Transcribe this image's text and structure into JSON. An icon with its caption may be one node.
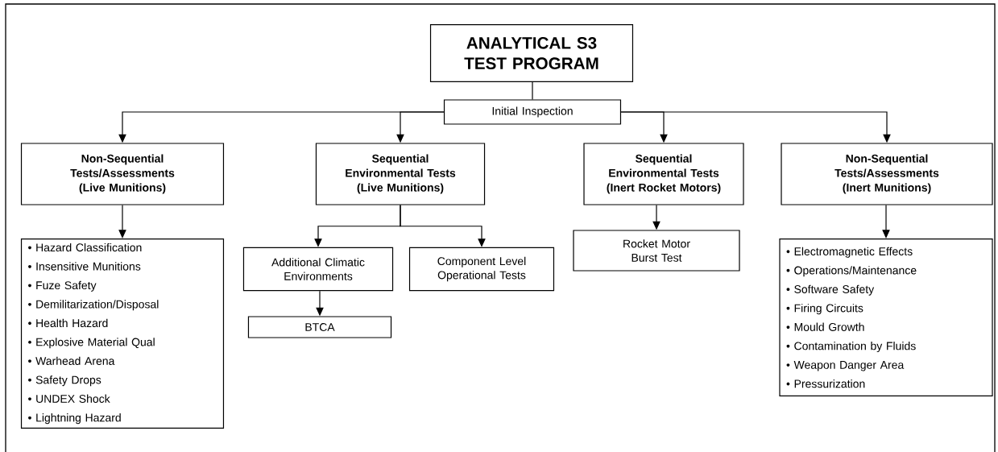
{
  "diagram": {
    "nodes": [
      {
        "text": [
          "ANALYTICAL S3 TEST PROGRAM"
        ]
      },
      {
        "text": [
          "Initial Inspection"
        ]
      },
      {
        "text": [
          "Non-Sequential Tests/Assessments (Live Munitions)"
        ]
      },
      {
        "text": [
          "Sequential Environmental Tests (Live Munitions)"
        ]
      },
      {
        "text": [
          "Sequential Environmental Tests (Inert Rocket Motors)"
        ]
      },
      {
        "text": [
          "Non-Sequential Tests/Assessments (Inert Munitions)"
        ]
      },
      {
        "text": [
          "• Hazard Classification",
          "• Insensitive Munitions",
          "• Fuze Safety",
          "• Demilitarization/Disposal",
          "• Health Hazard",
          "• Explosive Material Qual",
          "• Warhead Arena",
          "• Safety Drops",
          "• UNDEX Shock",
          "• Lightning Hazard"
        ]
      },
      {
        "text": [
          "Additional Climatic Environments"
        ]
      },
      {
        "text": [
          "Component Level Operational Tests"
        ]
      },
      {
        "text": [
          "BTCA"
        ]
      },
      {
        "text": [
          "Rocket Motor Burst Test"
        ]
      },
      {
        "text": [
          "• Electromagnetic Effects",
          "• Operations/Maintenance",
          "• Software Safety",
          "• Firing Circuits",
          "• Mould Growth",
          "• Contamination by Fluids",
          "• Weapon Danger Area",
          "• Pressurization"
        ]
      }
    ],
    "edges": [
      {
        "from": 0,
        "to": 1,
        "arrow": "none"
      },
      {
        "from": 1,
        "to": 2,
        "arrow": "to"
      },
      {
        "from": 1,
        "to": 3,
        "arrow": "to"
      },
      {
        "from": 1,
        "to": 4,
        "arrow": "to"
      },
      {
        "from": 1,
        "to": 5,
        "arrow": "to"
      },
      {
        "from": 2,
        "to": 6,
        "arrow": "to"
      },
      {
        "from": 3,
        "to": 7,
        "arrow": "to"
      },
      {
        "from": 3,
        "to": 8,
        "arrow": "to"
      },
      {
        "from": 7,
        "to": 9,
        "arrow": "to"
      },
      {
        "from": 4,
        "to": 10,
        "arrow": "to"
      },
      {
        "from": 5,
        "to": 11,
        "arrow": "to"
      }
    ]
  }
}
